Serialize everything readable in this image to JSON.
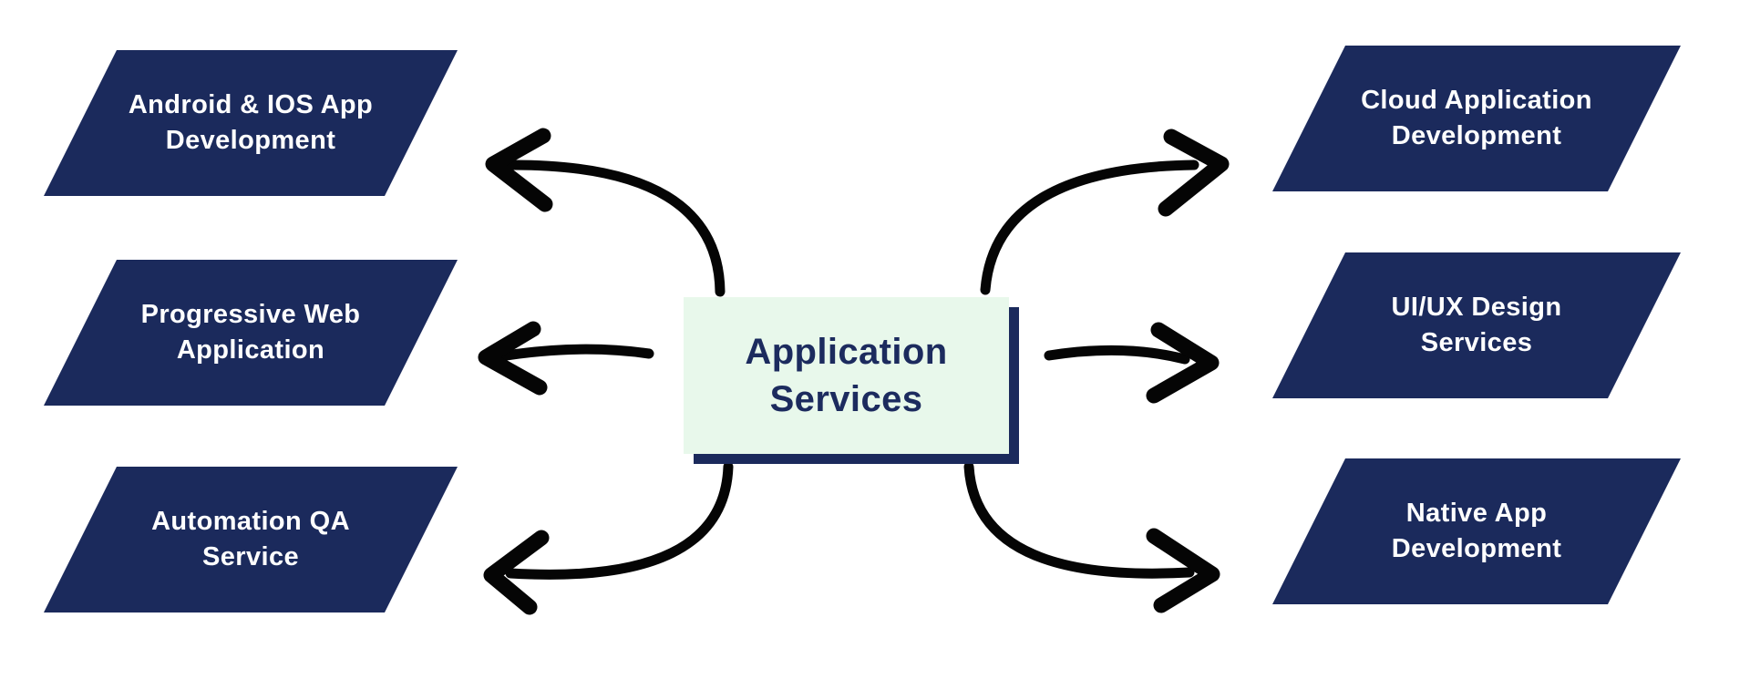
{
  "colors": {
    "background": "#ffffff",
    "node_fill": "#1b2a5c",
    "node_text": "#ffffff",
    "center_fill": "#e8f8eb",
    "center_text": "#1c2b5e",
    "center_shadow": "#1b2a5c",
    "arrow": "#050505"
  },
  "center_node": {
    "label": "Application\nServices"
  },
  "left_nodes": [
    {
      "label": "Android & IOS App\nDevelopment"
    },
    {
      "label": "Progressive Web\nApplication"
    },
    {
      "label": "Automation QA\nService"
    }
  ],
  "right_nodes": [
    {
      "label": "Cloud Application\nDevelopment"
    },
    {
      "label": "UI/UX Design\nServices"
    },
    {
      "label": "Native App\nDevelopment"
    }
  ]
}
